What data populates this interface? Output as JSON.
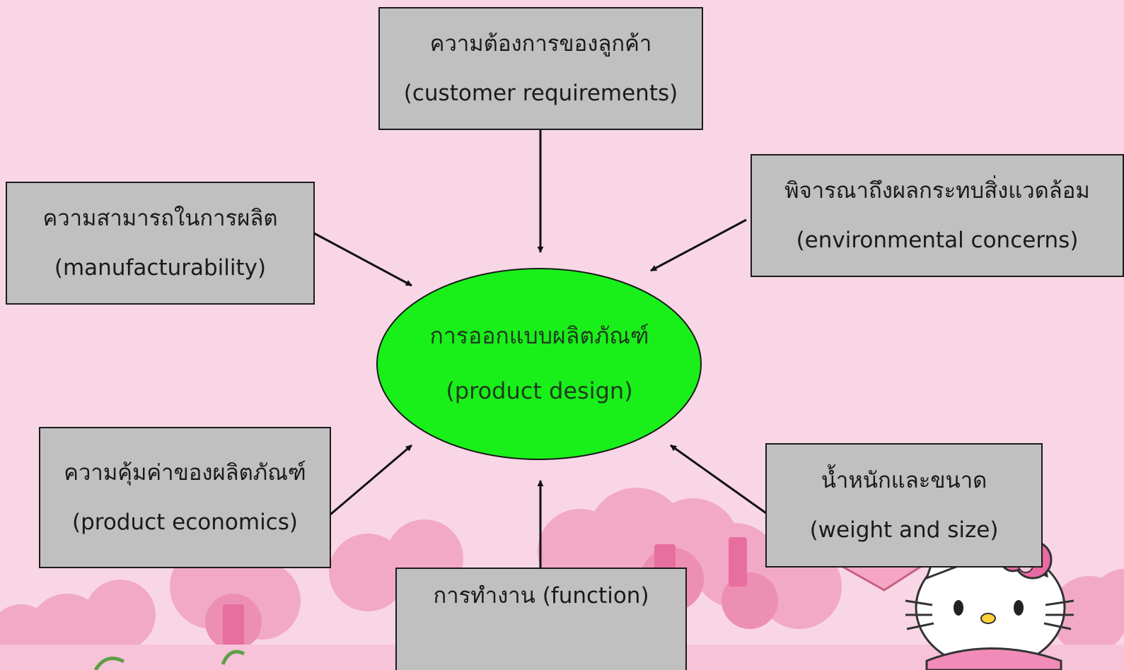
{
  "center": {
    "thai": "การออกแบบผลิตภัณฑ์",
    "english": "(product design)",
    "fill": "#19f019"
  },
  "factors": [
    {
      "id": "customer",
      "thai": "ความต้องการของลูกค้า",
      "english": "(customer requirements)"
    },
    {
      "id": "manufacturability",
      "thai": "ความสามารถในการผลิต",
      "english": "(manufacturability)"
    },
    {
      "id": "environment",
      "thai": "พิจารณาถึงผลกระทบสิ่งแวดล้อม",
      "english": "(environmental concerns)"
    },
    {
      "id": "economics",
      "thai": "ความคุ้มค่าของผลิตภัณฑ์",
      "english": "(product economics)"
    },
    {
      "id": "weight",
      "thai": "น้ำหนักและขนาด",
      "english": "(weight and size)"
    },
    {
      "id": "function",
      "thai": "การทำงาน (function)",
      "english": ""
    }
  ],
  "colors": {
    "background": "#f9d6e6",
    "box": "#c0c0c0",
    "trees": "#ef9cbc",
    "ground": "#f7c3d8"
  },
  "decoration": "hello-kitty-with-umbrella"
}
